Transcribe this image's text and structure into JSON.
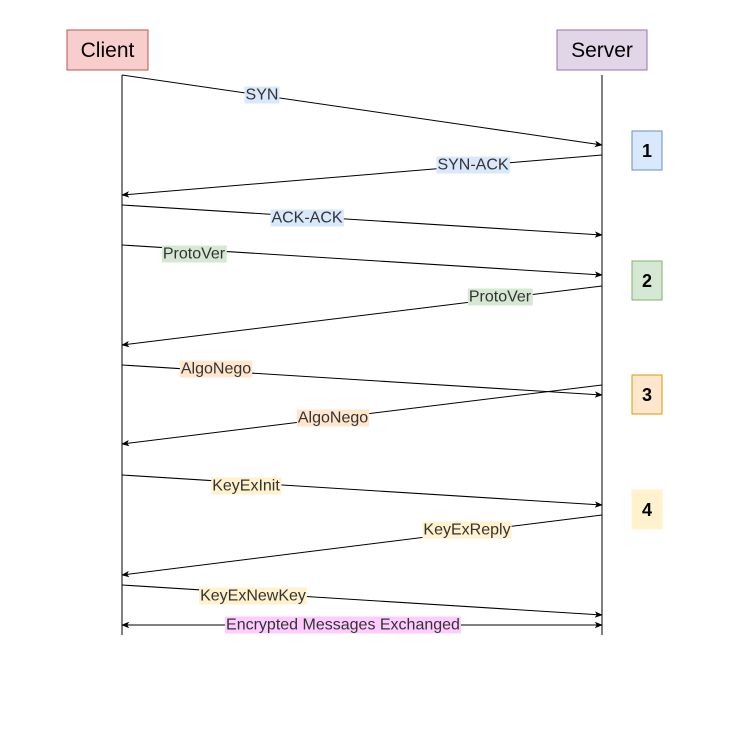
{
  "participants": {
    "client": {
      "label": "Client",
      "fill": "#f8cecc",
      "stroke": "#b85450"
    },
    "server": {
      "label": "Server",
      "fill": "#e1d5e7",
      "stroke": "#9673a6"
    }
  },
  "messages": [
    {
      "label": "SYN",
      "direction": "to-server",
      "highlight": "#dae8fc"
    },
    {
      "label": "SYN-ACK",
      "direction": "to-client",
      "highlight": "#dae8fc"
    },
    {
      "label": "ACK-ACK",
      "direction": "to-server",
      "highlight": "#dae8fc"
    },
    {
      "label": "ProtoVer",
      "direction": "to-server",
      "highlight": "#d5e8d4"
    },
    {
      "label": "ProtoVer",
      "direction": "to-client",
      "highlight": "#d5e8d4"
    },
    {
      "label": "AlgoNego",
      "direction": "to-server",
      "highlight": "#ffe6cc"
    },
    {
      "label": "AlgoNego",
      "direction": "to-client",
      "highlight": "#ffe6cc"
    },
    {
      "label": "KeyExInit",
      "direction": "to-server",
      "highlight": "#fff2cc"
    },
    {
      "label": "KeyExReply",
      "direction": "to-client",
      "highlight": "#fff2cc"
    },
    {
      "label": "KeyExNewKey",
      "direction": "to-server",
      "highlight": "#fff2cc"
    },
    {
      "label": "Encrypted Messages Exchanged",
      "direction": "both",
      "highlight": "#ffccff"
    }
  ],
  "phases": [
    {
      "label": "1",
      "fill": "#dae8fc",
      "stroke": "#6c8ebf"
    },
    {
      "label": "2",
      "fill": "#d5e8d4",
      "stroke": "#82b366"
    },
    {
      "label": "3",
      "fill": "#ffe6cc",
      "stroke": "#d79b00"
    },
    {
      "label": "4",
      "fill": "#fff2cc",
      "stroke": "#fff2cc"
    }
  ]
}
